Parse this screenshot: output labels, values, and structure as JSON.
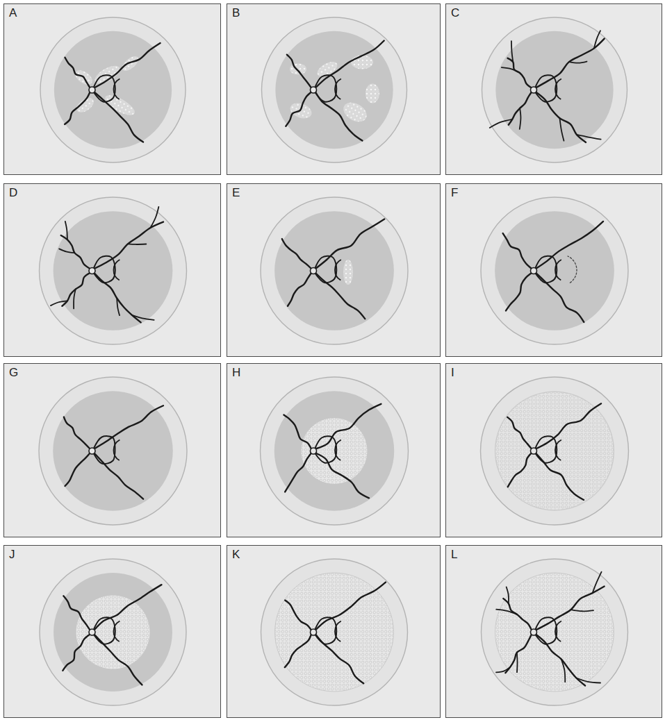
{
  "diagram": {
    "nodes": [
      {
        "text": [
          "A"
        ]
      },
      {
        "text": [
          "B"
        ]
      },
      {
        "text": [
          "C"
        ]
      },
      {
        "text": [
          "D"
        ]
      },
      {
        "text": [
          "E"
        ]
      },
      {
        "text": [
          "F"
        ]
      },
      {
        "text": [
          "G"
        ]
      },
      {
        "text": [
          "H"
        ]
      },
      {
        "text": [
          "I"
        ]
      },
      {
        "text": [
          "J"
        ]
      },
      {
        "text": [
          "K"
        ]
      },
      {
        "text": [
          "L"
        ]
      }
    ],
    "edges": []
  }
}
